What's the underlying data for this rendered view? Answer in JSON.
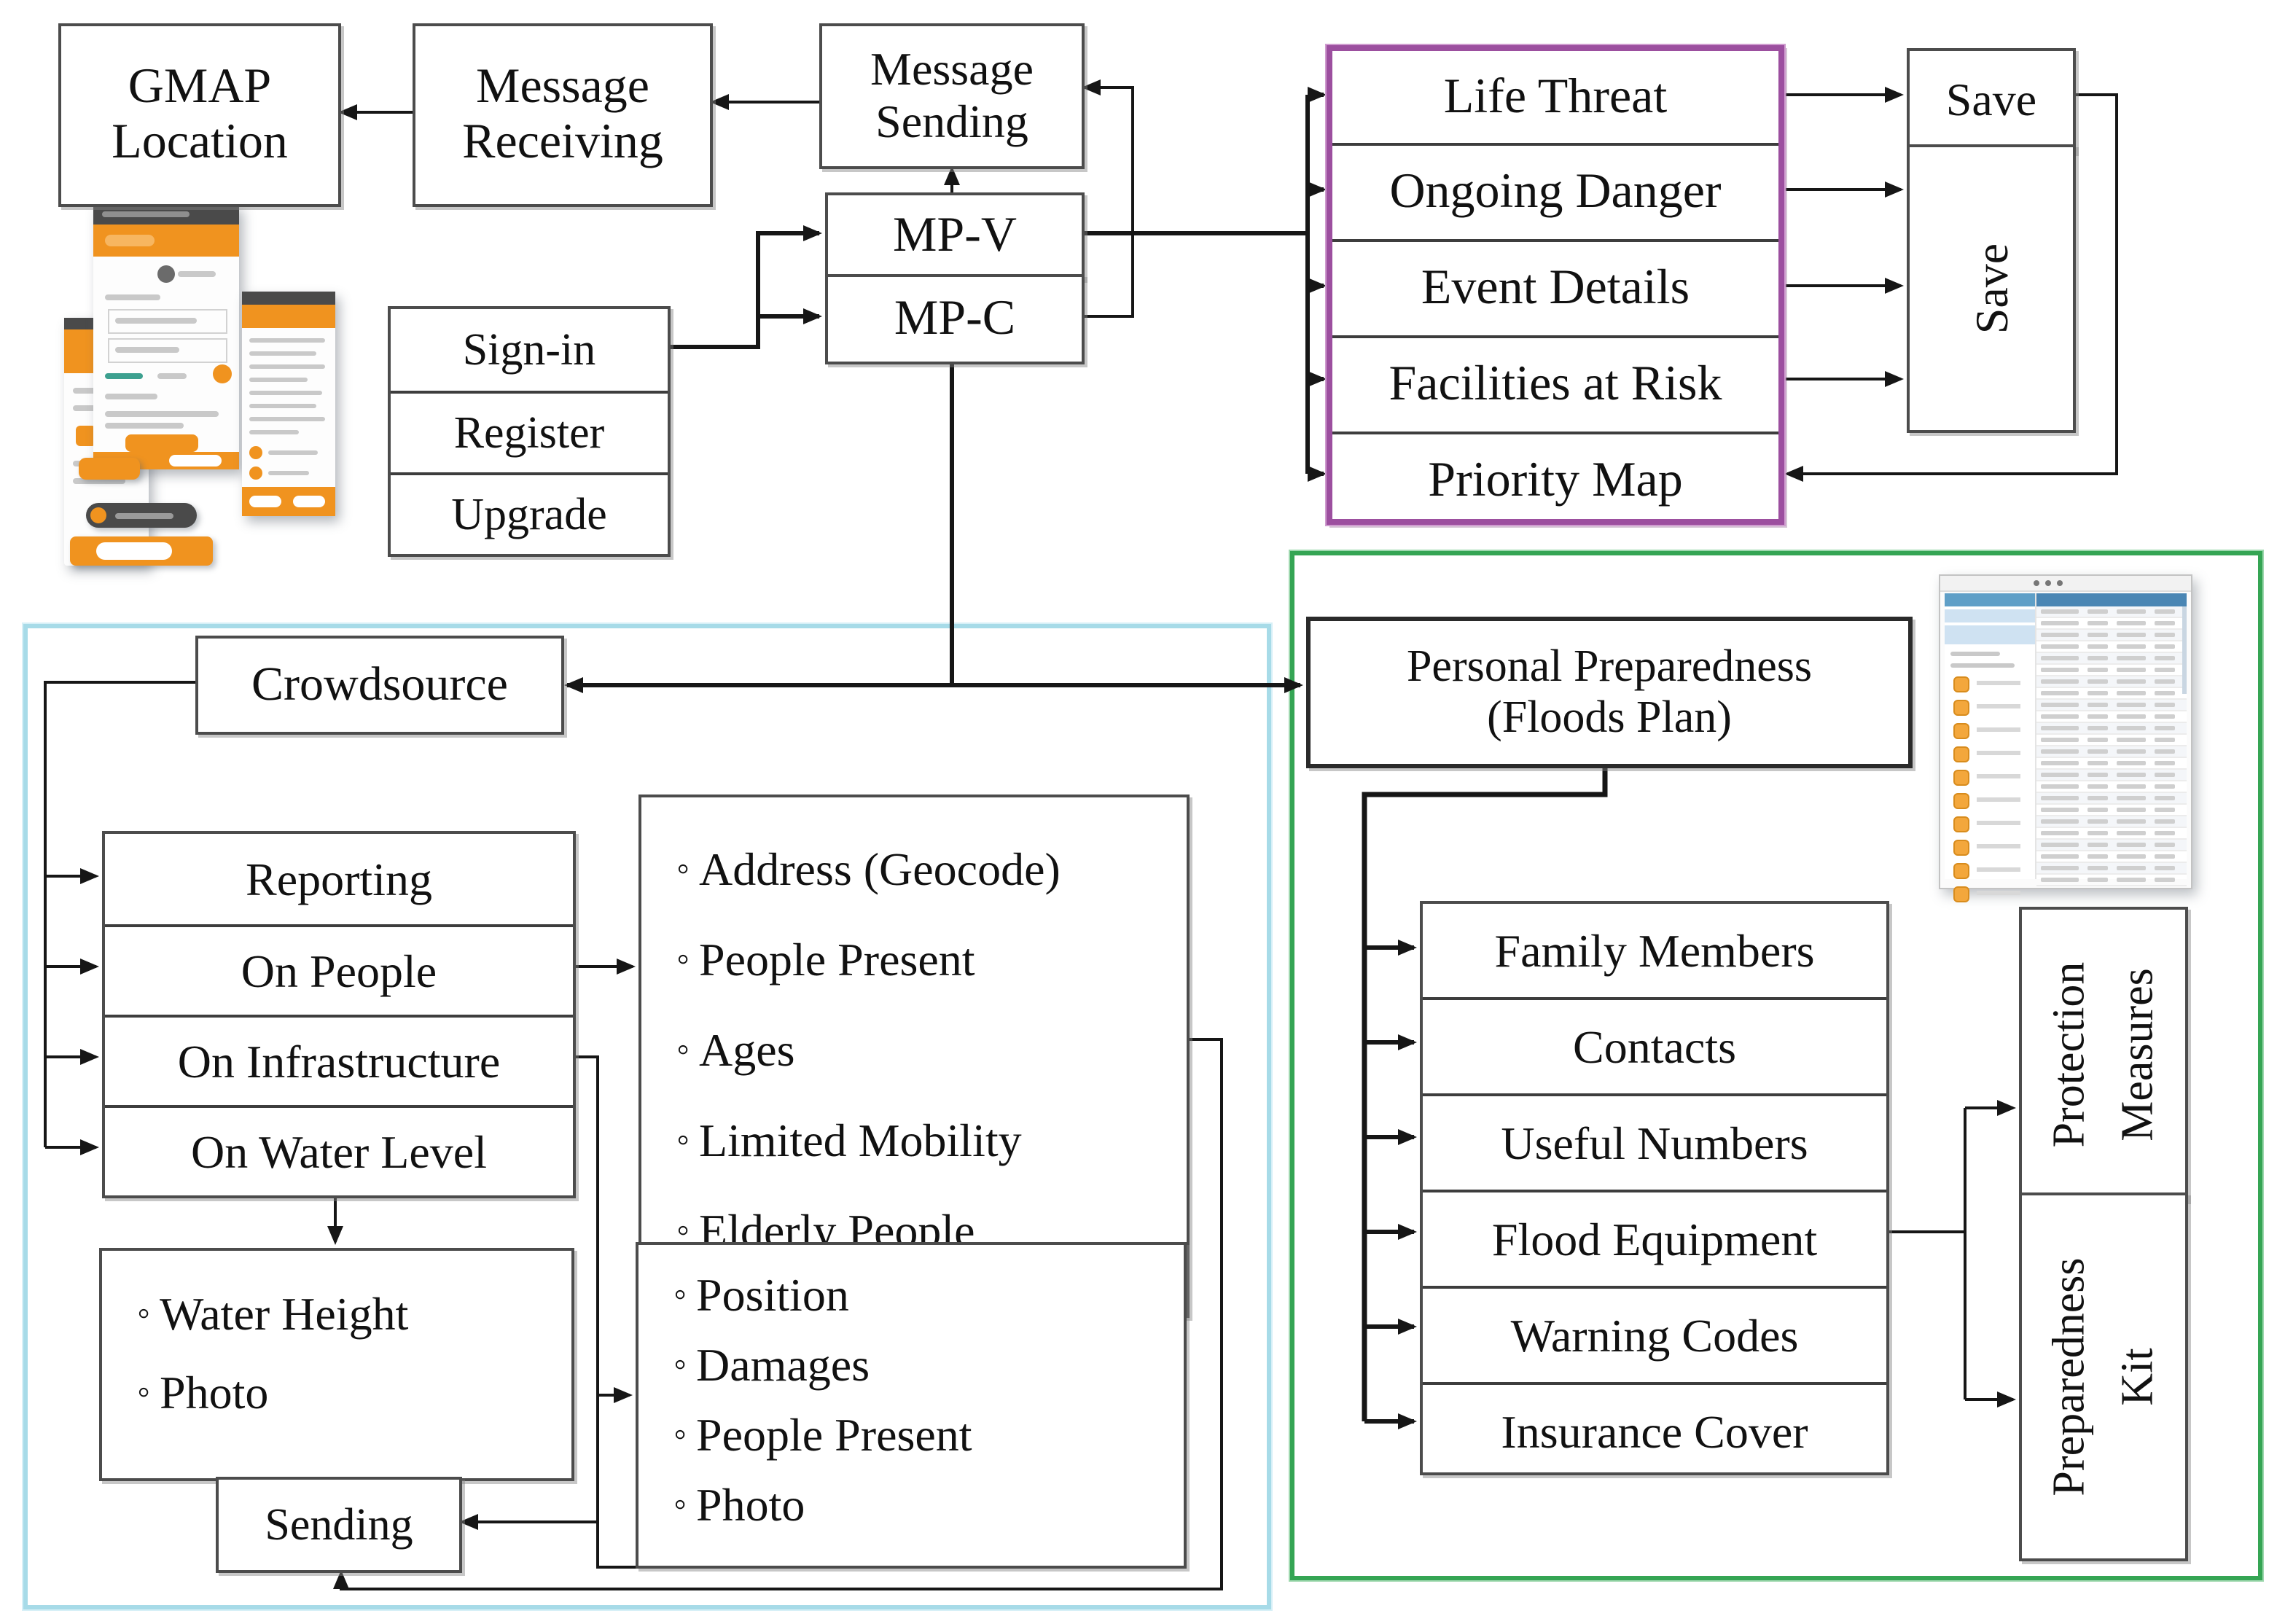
{
  "nodes": {
    "gmap": [
      "GMAP",
      "Location"
    ],
    "message_receiving": [
      "Message",
      "Receiving"
    ],
    "message_sending": [
      "Message",
      "Sending"
    ],
    "mp_v": "MP-V",
    "mp_c": "MP-C",
    "auth": [
      "Sign-in",
      "Register",
      "Upgrade"
    ],
    "priority_panel": [
      "Life Threat",
      "Ongoing Danger",
      "Event Details",
      "Facilities at Risk",
      "Priority Map"
    ],
    "save_top": "Save",
    "save_side": "Save",
    "crowdsource": "Crowdsource",
    "reporting": [
      "Reporting",
      "On People",
      "On Infrastructure",
      "On Water Level"
    ],
    "people_details": [
      "Address (Geocode)",
      "People Present",
      "Ages",
      "Limited Mobility",
      "Elderly People"
    ],
    "water_details": [
      "Water Height",
      "Photo"
    ],
    "infrastructure_details": [
      "Position",
      "Damages",
      "People Present",
      "Photo"
    ],
    "sending": "Sending",
    "personal_preparedness": [
      "Personal Preparedness",
      "(Floods Plan)"
    ],
    "plan_items": [
      "Family Members",
      "Contacts",
      "Useful Numbers",
      "Flood Equipment",
      "Warning Codes",
      "Insurance Cover"
    ],
    "protection_measures": [
      "Protection",
      "Measures"
    ],
    "preparedness_kit": [
      "Preparedness",
      "Kit"
    ]
  },
  "colors": {
    "purple_border": "#9C4F9F",
    "cyan_border": "#A7DBE8",
    "green_border": "#35A554",
    "app_orange": "#F0931F",
    "table_header_blue": "#4A86B4",
    "sidebar_blue": "#CFE2F2",
    "line_black": "#161616"
  }
}
